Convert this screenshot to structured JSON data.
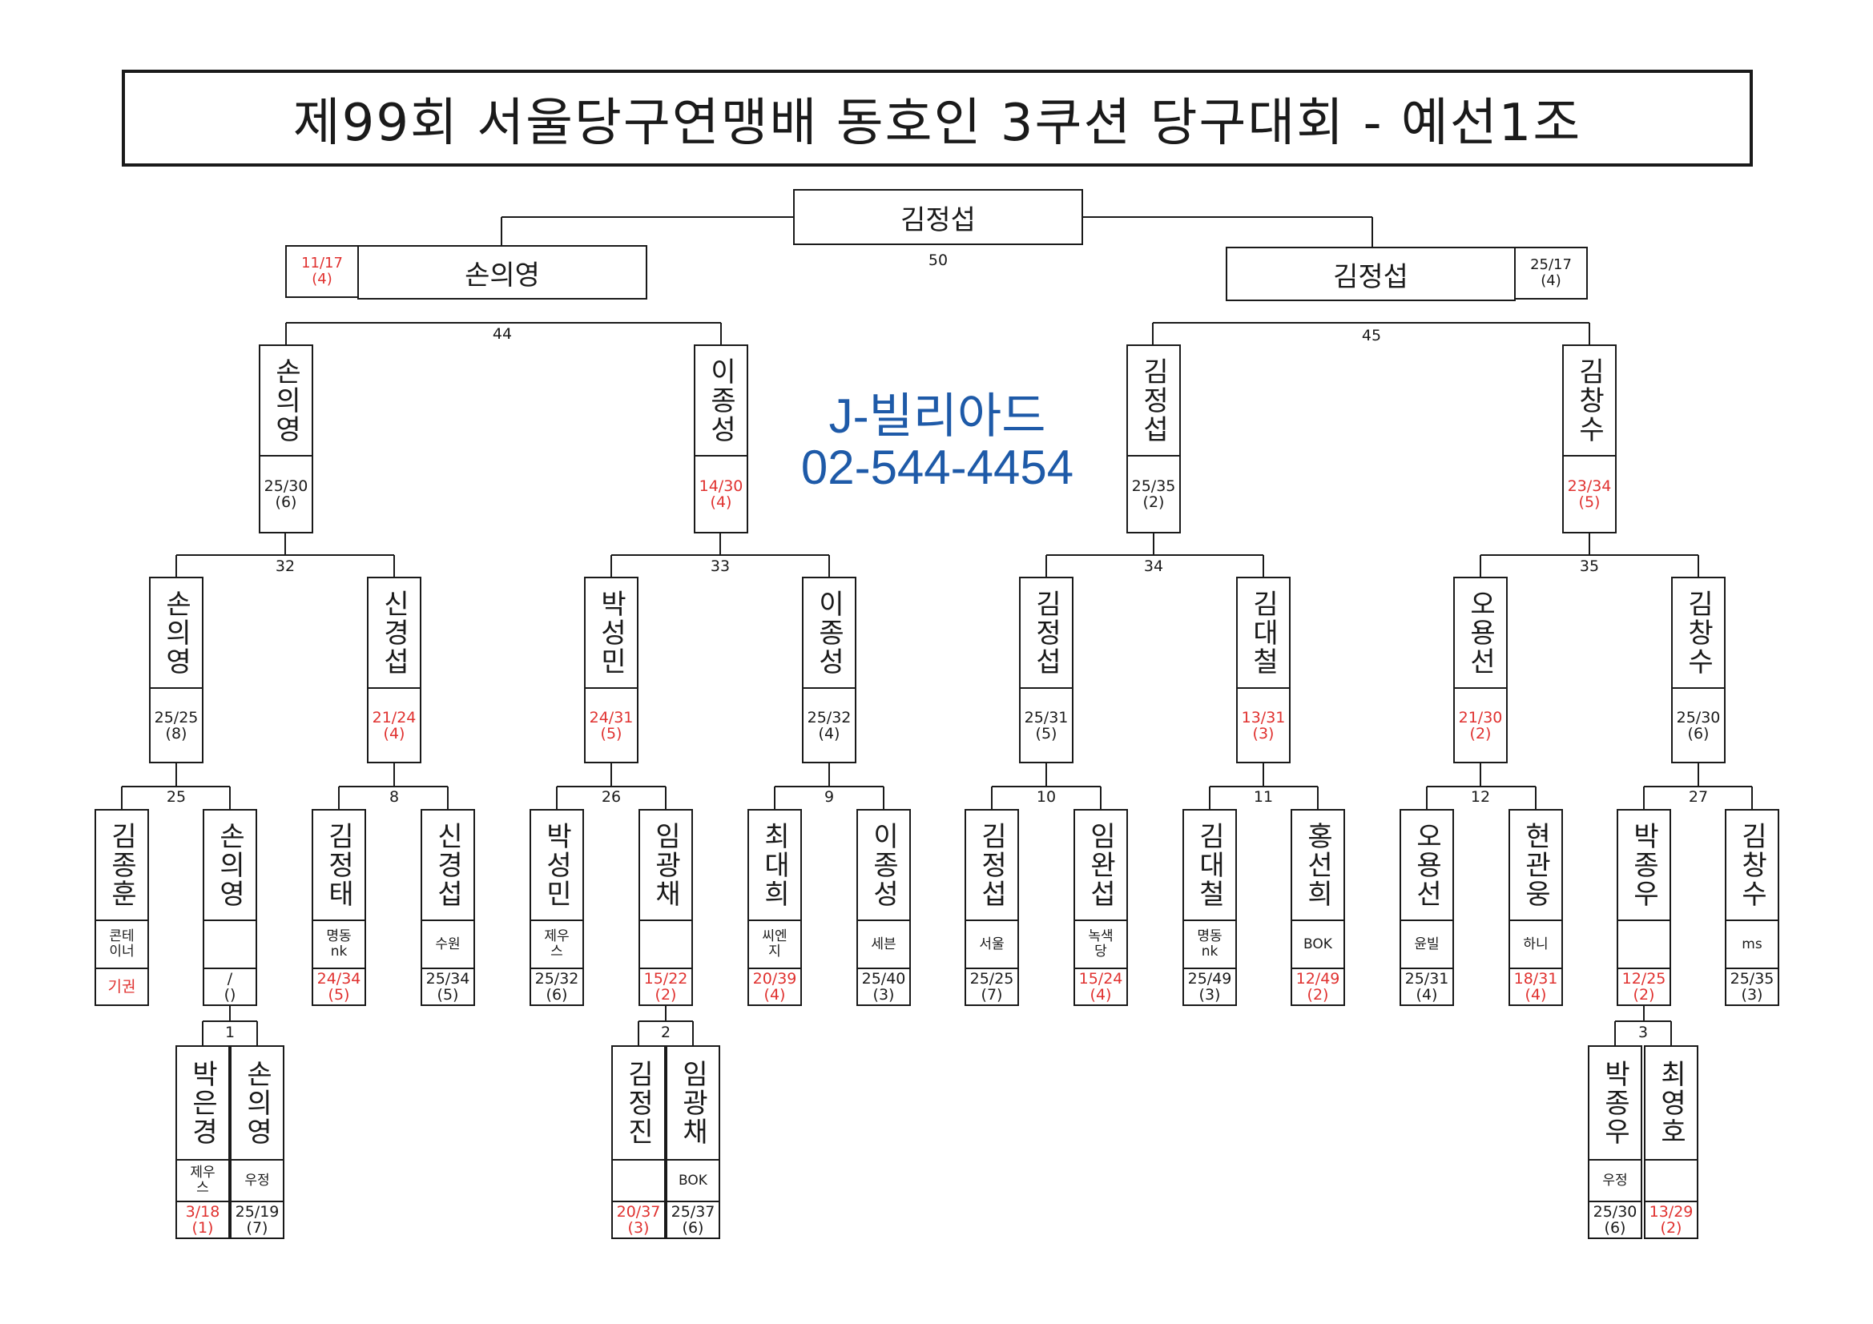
{
  "title": "제99회 서울당구연맹배 동호인 3쿠션 당구대회 - 예선1조",
  "ad": {
    "name": "J-빌리아드",
    "phone": "02-544-4454"
  },
  "colors": {
    "loss": "#e0312f",
    "ad": "#1e5aa8",
    "line": "#1a1a1a"
  },
  "champion": {
    "name": "김정섭",
    "match_no": "50"
  },
  "finalists": [
    {
      "name": "손의영",
      "score": "11/17",
      "inning": "(4)",
      "loser": true,
      "match_no": "44"
    },
    {
      "name": "김정섭",
      "score": "25/17",
      "inning": "(4)",
      "loser": false,
      "match_no": "45"
    }
  ],
  "semifinalists": [
    {
      "name": "손의영",
      "score": "25/30",
      "inning": "(6)",
      "loser": false
    },
    {
      "name": "이종성",
      "score": "14/30",
      "inning": "(4)",
      "loser": true
    },
    {
      "name": "김정섭",
      "score": "25/35",
      "inning": "(2)",
      "loser": false
    },
    {
      "name": "김창수",
      "score": "23/34",
      "inning": "(5)",
      "loser": true
    }
  ],
  "match_numbers_r2": [
    "32",
    "33",
    "34",
    "35"
  ],
  "quarterfinalists": [
    {
      "name": "손의영",
      "score": "25/25",
      "inning": "(8)",
      "loser": false
    },
    {
      "name": "신경섭",
      "score": "21/24",
      "inning": "(4)",
      "loser": true
    },
    {
      "name": "박성민",
      "score": "24/31",
      "inning": "(5)",
      "loser": true
    },
    {
      "name": "이종성",
      "score": "25/32",
      "inning": "(4)",
      "loser": false
    },
    {
      "name": "김정섭",
      "score": "25/31",
      "inning": "(5)",
      "loser": false
    },
    {
      "name": "김대철",
      "score": "13/31",
      "inning": "(3)",
      "loser": true
    },
    {
      "name": "오용선",
      "score": "21/30",
      "inning": "(2)",
      "loser": true
    },
    {
      "name": "김창수",
      "score": "25/30",
      "inning": "(6)",
      "loser": false
    }
  ],
  "match_numbers_r1": [
    "25",
    "8",
    "26",
    "9",
    "10",
    "11",
    "12",
    "27"
  ],
  "first_round": [
    {
      "name": "김종훈",
      "club": "콘테\n이너",
      "score": "기권",
      "inning": "",
      "loser": true
    },
    {
      "name": "손의영",
      "club": "",
      "score": "/",
      "inning": "()",
      "loser": false
    },
    {
      "name": "김정태",
      "club": "명동\nnk",
      "score": "24/34",
      "inning": "(5)",
      "loser": true
    },
    {
      "name": "신경섭",
      "club": "수원",
      "score": "25/34",
      "inning": "(5)",
      "loser": false
    },
    {
      "name": "박성민",
      "club": "제우\n스",
      "score": "25/32",
      "inning": "(6)",
      "loser": false
    },
    {
      "name": "임광채",
      "club": "",
      "score": "15/22",
      "inning": "(2)",
      "loser": true
    },
    {
      "name": "최대희",
      "club": "씨엔\n지",
      "score": "20/39",
      "inning": "(4)",
      "loser": true
    },
    {
      "name": "이종성",
      "club": "세븐",
      "score": "25/40",
      "inning": "(3)",
      "loser": false
    },
    {
      "name": "김정섭",
      "club": "서울",
      "score": "25/25",
      "inning": "(7)",
      "loser": false
    },
    {
      "name": "임완섭",
      "club": "녹색\n당",
      "score": "15/24",
      "inning": "(4)",
      "loser": true
    },
    {
      "name": "김대철",
      "club": "명동\nnk",
      "score": "25/49",
      "inning": "(3)",
      "loser": false
    },
    {
      "name": "홍선희",
      "club": "BOK",
      "score": "12/49",
      "inning": "(2)",
      "loser": true
    },
    {
      "name": "오용선",
      "club": "윤빌",
      "score": "25/31",
      "inning": "(4)",
      "loser": false
    },
    {
      "name": "현관웅",
      "club": "하니",
      "score": "18/31",
      "inning": "(4)",
      "loser": true
    },
    {
      "name": "박종우",
      "club": "",
      "score": "12/25",
      "inning": "(2)",
      "loser": true
    },
    {
      "name": "김창수",
      "club": "ms",
      "score": "25/35",
      "inning": "(3)",
      "loser": false
    }
  ],
  "prelim_numbers": [
    "1",
    "2",
    "3"
  ],
  "prelim": [
    {
      "name": "박은경",
      "club": "제우\n스",
      "score": "3/18",
      "inning": "(1)",
      "loser": true
    },
    {
      "name": "손의영",
      "club": "우정",
      "score": "25/19",
      "inning": "(7)",
      "loser": false
    },
    {
      "name": "김정진",
      "club": "",
      "score": "20/37",
      "inning": "(3)",
      "loser": true
    },
    {
      "name": "임광채",
      "club": "BOK",
      "score": "25/37",
      "inning": "(6)",
      "loser": false
    },
    {
      "name": "박종우",
      "club": "우정",
      "score": "25/30",
      "inning": "(6)",
      "loser": false
    },
    {
      "name": "최영호",
      "club": "",
      "score": "13/29",
      "inning": "(2)",
      "loser": true
    }
  ]
}
